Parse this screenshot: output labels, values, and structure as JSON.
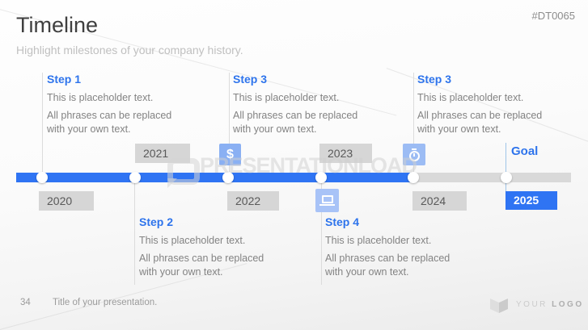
{
  "slide": {
    "title": "Timeline",
    "subtitle": "Highlight milestones of your company history.",
    "product_code": "#DT0065"
  },
  "steps": {
    "step1": {
      "label": "Step 1",
      "line1": "This is placeholder text.",
      "line2": "All phrases can be replaced",
      "line3": "with your own text."
    },
    "step2": {
      "label": "Step 2",
      "line1": "This is placeholder text.",
      "line2": "All phrases can be replaced",
      "line3": "with your own text."
    },
    "step3_middle": {
      "label": "Step 3",
      "line1": "This is placeholder text.",
      "line2": "All phrases can be replaced",
      "line3": "with your own text."
    },
    "step4": {
      "label": "Step 4",
      "line1": "This is placeholder text.",
      "line2": "All phrases can be replaced",
      "line3": "with your own text."
    },
    "step3_right": {
      "label": "Step 3",
      "line1": "This is placeholder text.",
      "line2": "All phrases can be replaced",
      "line3": "with your own text."
    }
  },
  "timeline": {
    "years": [
      {
        "label": "2020",
        "placement": "below",
        "highlighted": false
      },
      {
        "label": "2021",
        "placement": "above",
        "highlighted": false
      },
      {
        "label": "2022",
        "placement": "below",
        "highlighted": false
      },
      {
        "label": "2023",
        "placement": "above",
        "highlighted": false
      },
      {
        "label": "2024",
        "placement": "below",
        "highlighted": false
      },
      {
        "label": "2025",
        "placement": "below",
        "highlighted": true
      }
    ],
    "goal_label": "Goal",
    "dollar_glyph": "$",
    "icon_names": [
      "dollar-icon",
      "laptop-icon",
      "stopwatch-icon"
    ]
  },
  "watermark": {
    "text": "PRESENTATIONLOAD"
  },
  "footer": {
    "page_number": "34",
    "presentation_title": "Title of your presentation.",
    "logo_word1": "YOUR ",
    "logo_word2": "LOGO"
  },
  "colors": {
    "accent_blue": "#2f74f3",
    "step_heading_blue": "#2e74ec",
    "bar_gray": "#d9d9d9",
    "year_box_gray": "#d6d6d6",
    "goal_line_blue": "#9fc5e8",
    "icon_blue": "#9cbcf4"
  }
}
